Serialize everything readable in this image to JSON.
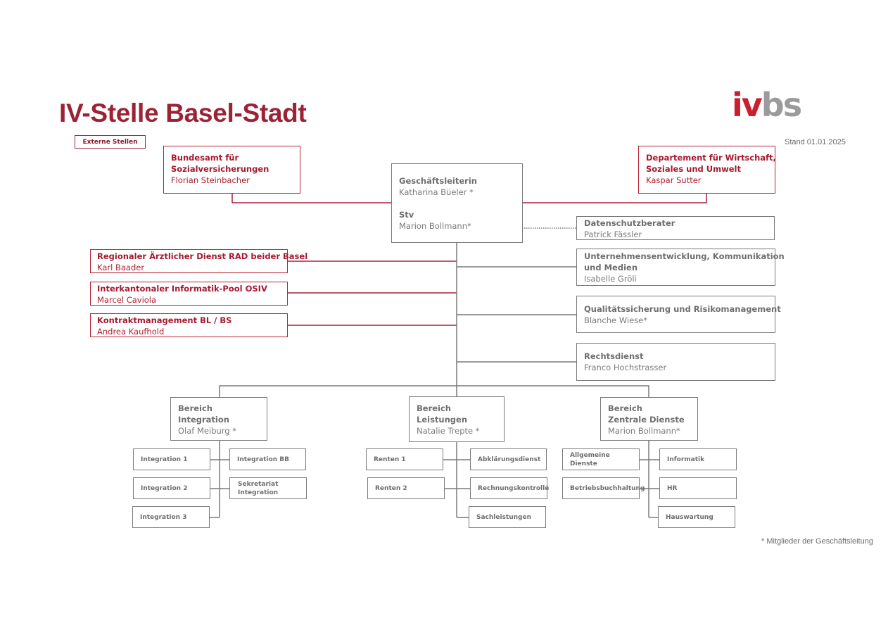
{
  "header": {
    "title": "IV-Stelle Basel-Stadt",
    "logo_part1": "iv",
    "logo_part2": "bs",
    "stand": "Stand 01.01.2025",
    "external_label": "Externe Stellen",
    "footnote": "* Mitglieder der Geschäftsleitung"
  },
  "colors": {
    "accent": "#9b2335",
    "box_gray": "#7a7a7a",
    "logo_red": "#c8202f",
    "logo_gray": "#9b9b9b"
  },
  "external": {
    "bsv": {
      "line1": "Bundesamt für",
      "line2": "Sozialversicherungen",
      "name": "Florian Steinbacher"
    },
    "wsu": {
      "line1": "Departement für Wirtschaft,",
      "line2": "Soziales und Umwelt",
      "name": "Kaspar Sutter"
    },
    "rad": {
      "title": "Regionaler Ärztlicher Dienst RAD beider Basel",
      "name": "Karl Baader"
    },
    "osiv": {
      "title": "Interkantonaler Informatik-Pool OSIV",
      "name": "Marcel Caviola"
    },
    "kontrakt": {
      "title": "Kontraktmanagement BL / BS",
      "name": "Andrea Kaufhold"
    }
  },
  "head": {
    "role": "Geschäftsleiterin",
    "name": "Katharina Büeler *",
    "deputy_role": "Stv",
    "deputy_name": "Marion Bollmann*"
  },
  "staff": {
    "datenschutz": {
      "title": "Datenschutzberater",
      "name": "Patrick Fässler"
    },
    "unternehmen": {
      "line1": "Unternehmensentwicklung, Kommunikation",
      "line2": "und Medien",
      "name": "Isabelle Gröli"
    },
    "qualitaet": {
      "title": "Qualitätssicherung und Risikomanagement",
      "name": "Blanche Wiese*"
    },
    "recht": {
      "title": "Rechtsdienst",
      "name": "Franco Hochstrasser"
    }
  },
  "bereiche": {
    "integration": {
      "l1": "Bereich",
      "l2": "Integration",
      "name": "Olaf Meiburg *",
      "units": [
        "Integration 1",
        "Integration 2",
        "Integration 3",
        "Integration BB",
        "Sekretariat\nIntegration"
      ]
    },
    "leistungen": {
      "l1": "Bereich",
      "l2": "Leistungen",
      "name": "Natalie Trepte *",
      "units": [
        "Renten 1",
        "Renten 2",
        "Abklärungsdienst",
        "Rechnungskontrolle",
        "Sachleistungen"
      ]
    },
    "zentrale": {
      "l1": "Bereich",
      "l2": "Zentrale Dienste",
      "name": "Marion Bollmann*",
      "units": [
        "Allgemeine Dienste",
        "Betriebsbuchhaltung",
        "Informatik",
        "HR",
        "Hauswartung"
      ]
    }
  }
}
